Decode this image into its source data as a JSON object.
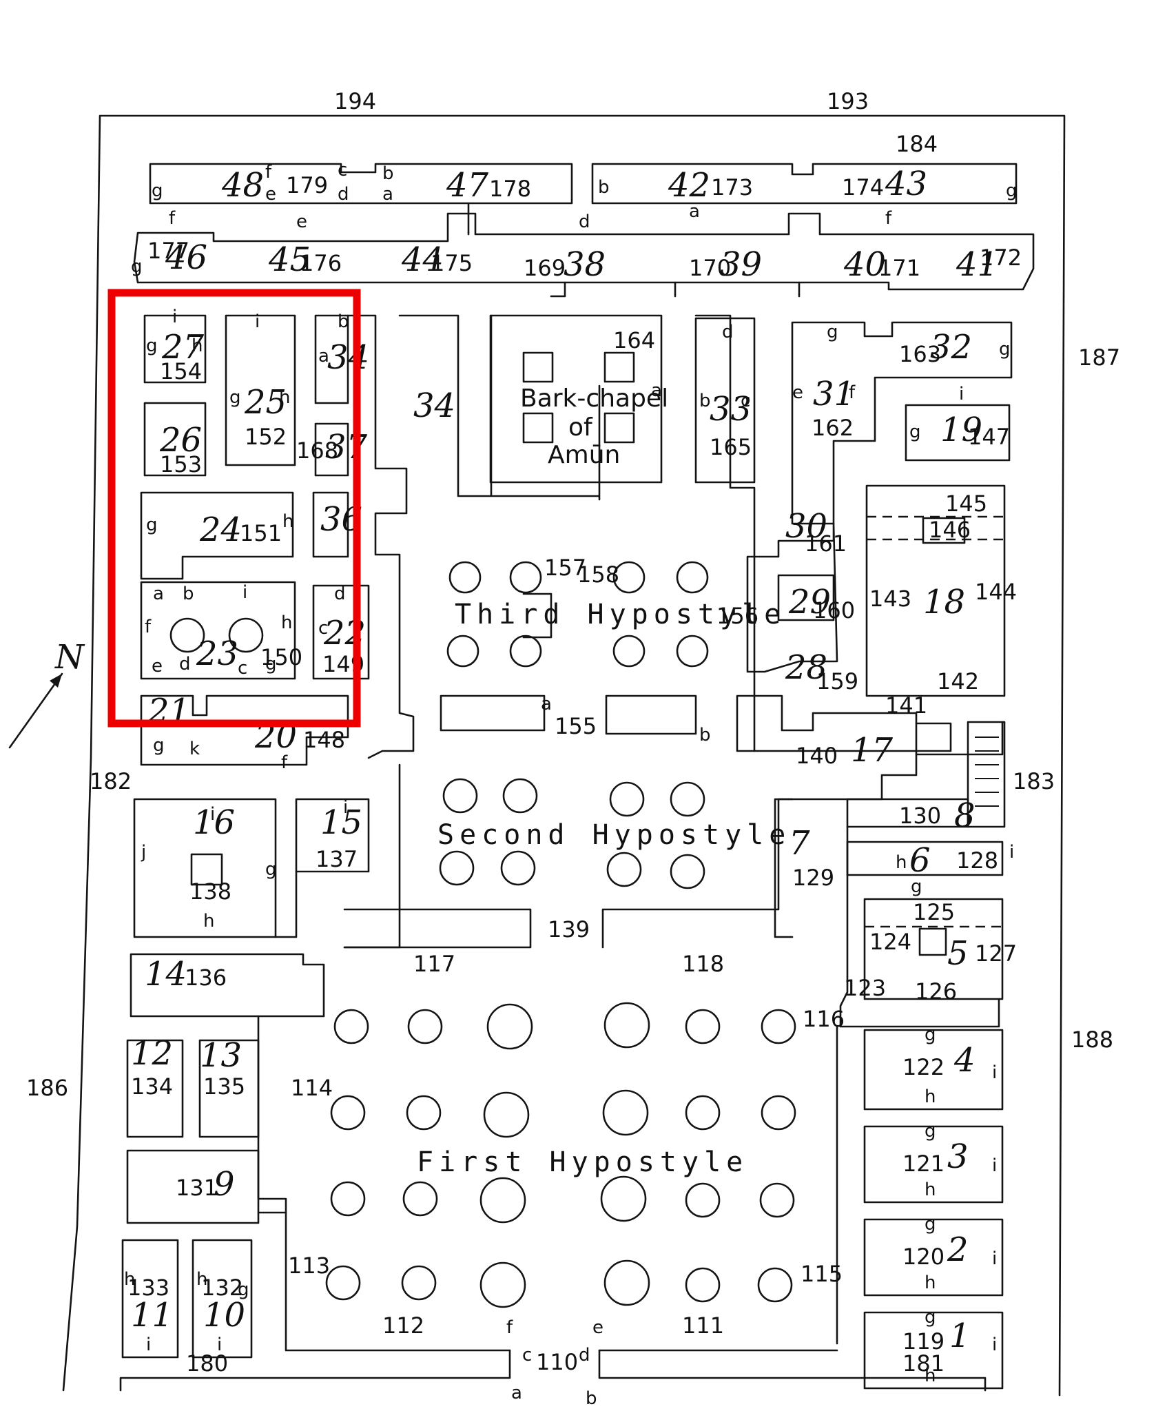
{
  "plan": {
    "hall_labels": [
      "Third Hypostyle",
      "Second Hypostyle",
      "First Hypostyle"
    ],
    "chapel_label": [
      "Bark-chapel",
      "of",
      "Amūn"
    ],
    "north_label": "N",
    "numbers": {
      "n194": "194",
      "n193": "193",
      "n184": "184",
      "n187": "187",
      "n188": "188",
      "n186": "186",
      "n182": "182",
      "n183": "183",
      "n180": "180",
      "n181": "181",
      "n179": "179",
      "n178": "178",
      "n173": "173",
      "n174": "174",
      "n177": "177",
      "n176": "176",
      "n175": "175",
      "n169": "169",
      "n170": "170",
      "n171": "171",
      "n172": "172",
      "n164": "164",
      "n163": "163",
      "n154": "154",
      "n152": "152",
      "n153": "153",
      "n151": "151",
      "n150": "150",
      "n149": "149",
      "n148": "148",
      "n168": "168",
      "n165": "165",
      "n162": "162",
      "n147": "147",
      "n145": "145",
      "n146": "146",
      "n161": "161",
      "n160": "160",
      "n159": "159",
      "n157": "157",
      "n158": "158",
      "n156": "156",
      "n155": "155",
      "n143": "143",
      "n144": "144",
      "n142": "142",
      "n141": "141",
      "n140": "140",
      "n138": "138",
      "n137": "137",
      "n139": "139",
      "n136": "136",
      "n117": "117",
      "n118": "118",
      "n130": "130",
      "n129": "129",
      "n128": "128",
      "n125": "125",
      "n124": "124",
      "n127": "127",
      "n123": "123",
      "n126": "126",
      "n134": "134",
      "n135": "135",
      "n131": "131",
      "n133": "133",
      "n132": "132",
      "n114": "114",
      "n113": "113",
      "n112": "112",
      "n111": "111",
      "n110": "110",
      "n116": "116",
      "n115": "115",
      "n122": "122",
      "n121": "121",
      "n120": "120",
      "n119": "119"
    },
    "rooms": {
      "r48": "48",
      "r47": "47",
      "r42": "42",
      "r43": "43",
      "r46": "46",
      "r45": "45",
      "r44": "44",
      "r38": "38",
      "r39": "39",
      "r40": "40",
      "r41": "41",
      "r27": "27",
      "r25": "25",
      "r34a": "34",
      "r34": "34",
      "r33": "33",
      "r32": "32",
      "r31": "31",
      "r19": "19",
      "r26": "26",
      "r37": "37",
      "r24": "24",
      "r36": "36",
      "r30": "30",
      "r18": "18",
      "r29": "29",
      "r28": "28",
      "r23": "23",
      "r22": "22",
      "r21": "21",
      "r20": "20",
      "r17": "17",
      "r8": "8",
      "r16": "16",
      "r15": "15",
      "r7": "7",
      "r6": "6",
      "r5": "5",
      "r14": "14",
      "r12": "12",
      "r13": "13",
      "r9": "9",
      "r4": "4",
      "r3": "3",
      "r2": "2",
      "r11": "11",
      "r10": "10",
      "r1": "1"
    },
    "letters": {
      "a": "a",
      "b": "b",
      "c": "c",
      "d": "d",
      "e": "e",
      "f": "f",
      "g": "g",
      "h": "h",
      "i": "i",
      "j": "j",
      "k": "k"
    }
  }
}
